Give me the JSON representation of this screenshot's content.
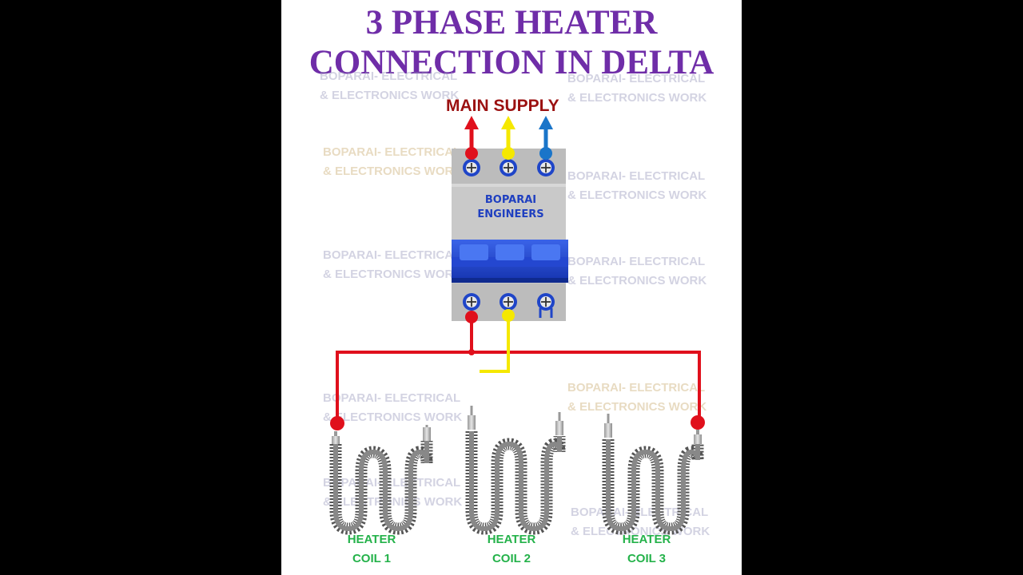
{
  "title": {
    "line1": "3 PHASE HEATER",
    "line2": "CONNECTION IN DELTA"
  },
  "supply_label": "MAIN SUPPLY",
  "breaker": {
    "brand_line1": "BOPARAI",
    "brand_line2": "ENGINEERS"
  },
  "watermark": {
    "line1": "BOPARAI- ELECTRICAL",
    "line2": "& ELECTRONICS WORK"
  },
  "coils": [
    {
      "line1": "HEATER",
      "line2": "COIL 1"
    },
    {
      "line1": "HEATER",
      "line2": "COIL 2"
    },
    {
      "line1": "HEATER",
      "line2": "COIL 3"
    }
  ],
  "colors": {
    "title": "#6f2da8",
    "supply": "#9b1111",
    "phase_red": "#e0101c",
    "phase_yellow": "#f5e800",
    "phase_blue": "#1a75c9",
    "brand": "#1f3fc0",
    "coil_label": "#24b24a"
  }
}
